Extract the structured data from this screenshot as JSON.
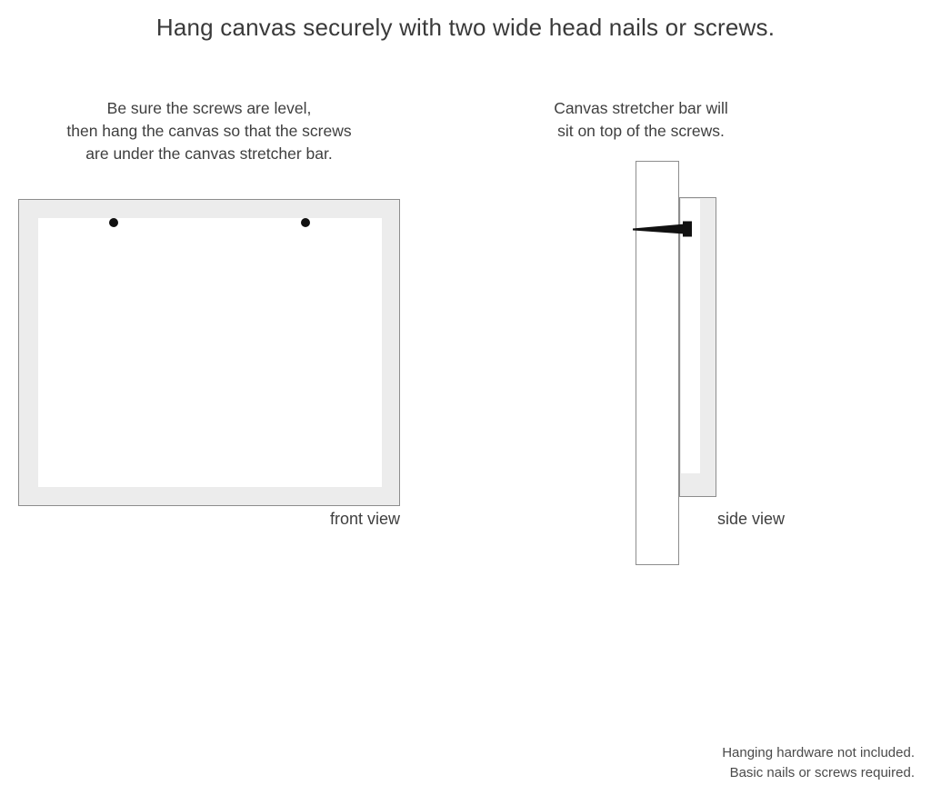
{
  "headline": "Hang canvas securely with two wide head nails or screws.",
  "captions": {
    "left": [
      "Be sure the screws are level,",
      "then hang the canvas so that the screws",
      "are under the canvas stretcher bar."
    ],
    "right": [
      "Canvas stretcher bar will",
      "sit on top of the screws."
    ]
  },
  "labels": {
    "front_view": "front view",
    "side_view": "side view"
  },
  "footnote": [
    "Hanging hardware not included.",
    "Basic nails or screws required."
  ],
  "colors": {
    "frame_fill": "#ececec",
    "frame_border": "#8d8d8d",
    "canvas_fill": "#ffffff",
    "screw": "#111111",
    "text": "#3b3b3b",
    "background": "#ffffff"
  },
  "diagram": {
    "front_view": {
      "screw_count": 2,
      "screw_positions": [
        "left",
        "right"
      ]
    },
    "side_view": {
      "parts": [
        "wall",
        "stretcher-bar",
        "canvas-face",
        "screw"
      ]
    }
  }
}
